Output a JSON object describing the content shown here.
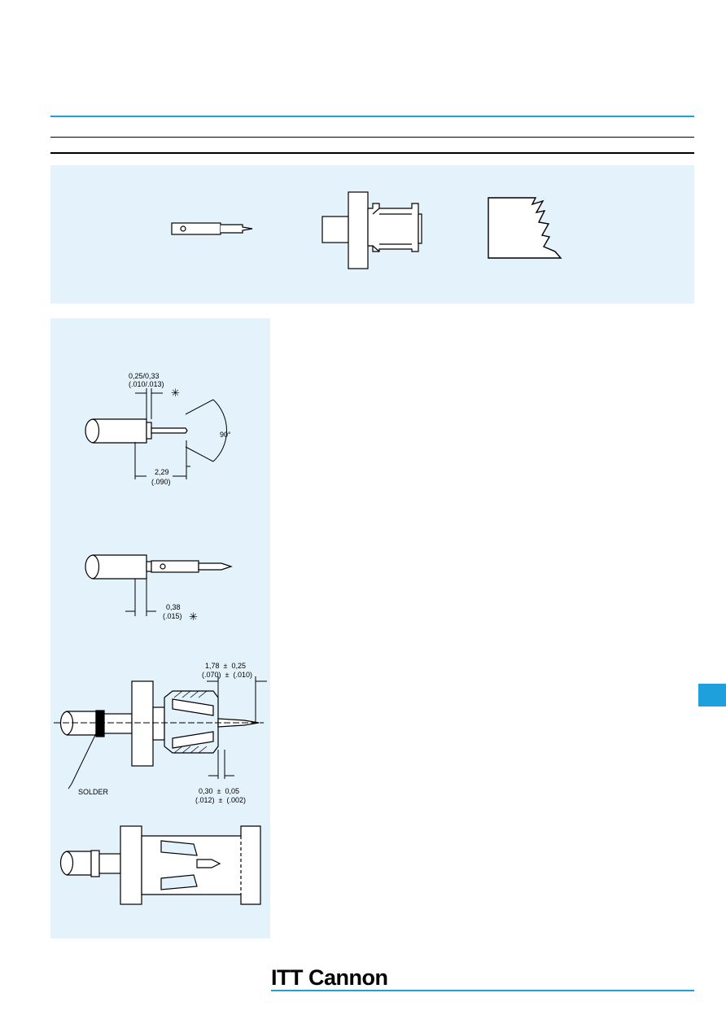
{
  "brand": {
    "logo_text": "ITT Cannon",
    "accent_color": "#1ea0dc",
    "panel_color": "#e4f2fb"
  },
  "dimensions": {
    "step1_gap": "0,25/0,33",
    "step1_gap_in": "(.010/.013)",
    "step1_angle": "90°",
    "step1_length": "2,29",
    "step1_length_in": "(.090)",
    "step2_gap": "0,38",
    "step2_gap_in": "(.015)",
    "step3_top": "1,78  ±  0,25",
    "step3_top_in": "(.070)  ±  (.010)",
    "step3_bottom": "0,30  ±  0,05",
    "step3_bottom_in": "(.012)  ±  (.002)",
    "solder_label": "SOLDER",
    "asterisk": "✳"
  }
}
